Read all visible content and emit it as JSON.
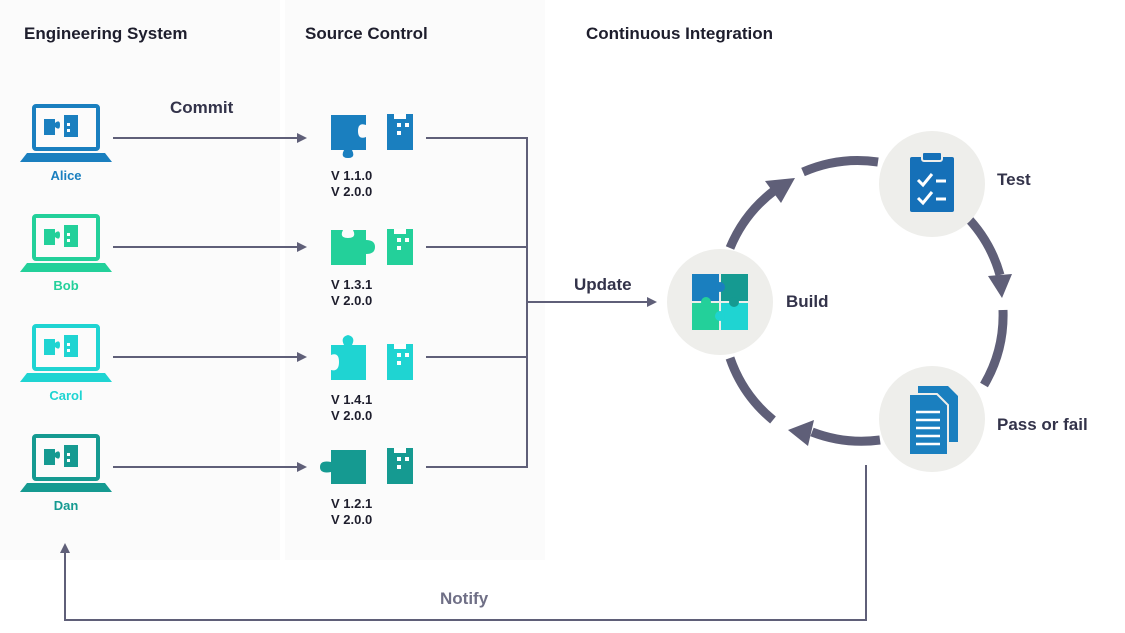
{
  "columns": {
    "engineering_system": "Engineering System",
    "source_control": "Source Control",
    "continuous_integration": "Continuous Integration"
  },
  "users": [
    {
      "name": "Alice",
      "color": "#1a7fbf",
      "versions": [
        "V 1.1.0",
        "V 2.0.0"
      ]
    },
    {
      "name": "Bob",
      "color": "#23d09a",
      "versions": [
        "V 1.3.1",
        "V 2.0.0"
      ]
    },
    {
      "name": "Carol",
      "color": "#1fd4d2",
      "versions": [
        "V 1.4.1",
        "V 2.0.0"
      ]
    },
    {
      "name": "Dan",
      "color": "#159a91",
      "versions": [
        "V 1.2.1",
        "V 2.0.0"
      ]
    }
  ],
  "flow_labels": {
    "commit": "Commit",
    "update": "Update",
    "notify": "Notify"
  },
  "ci_cycle": {
    "build": "Build",
    "test": "Test",
    "pass_or_fail": "Pass or fail"
  },
  "colors": {
    "arrow": "#5f5f78",
    "circle": "#eeeeeb",
    "test_icon": "#1570b8",
    "doc_icon": "#1a7fbf"
  }
}
